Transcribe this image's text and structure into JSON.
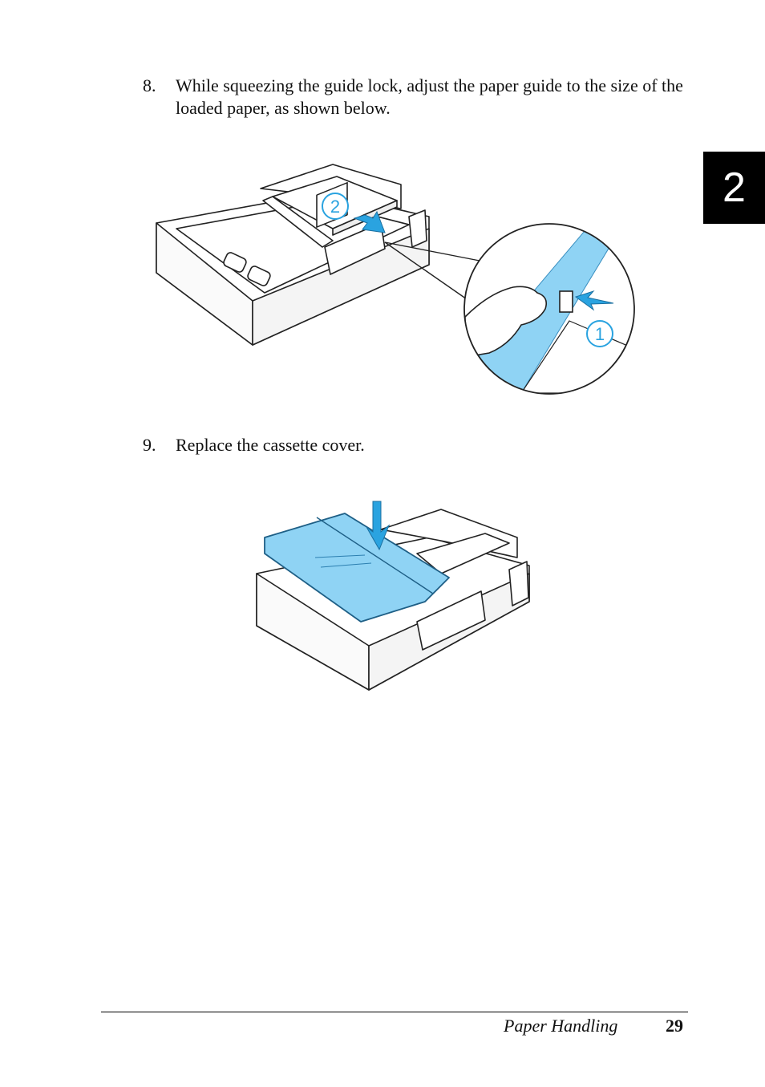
{
  "chapter_number": "2",
  "steps": [
    {
      "number": "8.",
      "text": "While squeezing the guide lock, adjust the paper guide to the size of the loaded paper, as shown below."
    },
    {
      "number": "9.",
      "text": "Replace the cassette cover."
    }
  ],
  "figure1": {
    "callout_1": "1",
    "callout_2": "2"
  },
  "colors": {
    "accent_blue": "#8fd3f4",
    "arrow_blue": "#2aa3e0",
    "tab_black": "#000000"
  },
  "footer": {
    "section": "Paper Handling",
    "page": "29"
  }
}
